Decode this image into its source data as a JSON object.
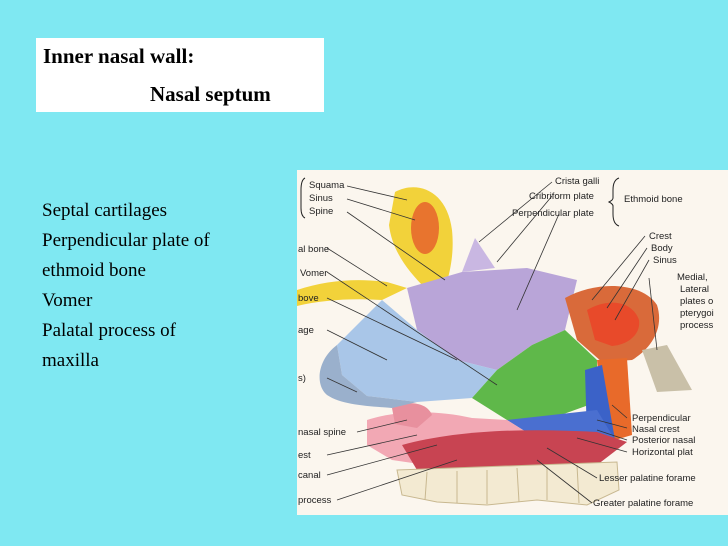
{
  "slide": {
    "title_line1": "Inner nasal wall:",
    "title_line2": "Nasal septum",
    "bullets": [
      "Septal cartilages",
      "Perpendicular plate of",
      "ethmoid bone",
      "Vomer",
      "Palatal process of",
      "maxilla"
    ]
  },
  "figure": {
    "labels": {
      "squama": "Squama",
      "sinus": "Sinus",
      "spine": "Spine",
      "crista_galli": "Crista galli",
      "cribriform_plate": "Cribriform plate",
      "perpendicular_plate": "Perpendicular plate",
      "ethmoid_bone": "Ethmoid bone",
      "nasal_bone": "al bone",
      "vomer": "Vomer",
      "above": "bove",
      "cartilage": "age",
      "paren": "s)",
      "crest": "Crest",
      "body": "Body",
      "sinus_right": "Sinus",
      "medial": "Medial,",
      "lateral": "Lateral",
      "plates_of": "plates o",
      "pterygoid": "pterygoi",
      "process": "process",
      "perpendicular_right": "Perpendicular",
      "nasal_crest": "Nasal crest",
      "posterior_nasal": "Posterior nasal",
      "horizontal_plate": "Horizontal plat",
      "nasal_spine": "nasal spine",
      "est": "est",
      "canal": "canal",
      "process_left": "process",
      "lesser_palatine": "Lesser palatine forame",
      "greater_palatine": "Greater palatine forame"
    },
    "colors": {
      "frontal_yellow": "#f2d23a",
      "vomer_green": "#5fb84a",
      "ethmoid_purple": "#b9a5d8",
      "cartilage_blue": "#a9c6e8",
      "maxilla_pink": "#f2a8b4",
      "sphenoid_orange": "#e8742e",
      "palatine_blue": "#3b62c8"
    }
  }
}
